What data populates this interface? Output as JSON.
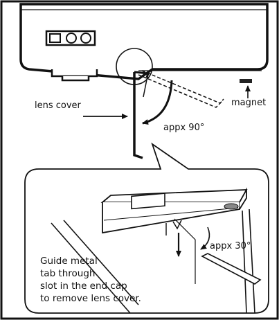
{
  "labels": {
    "magnet": "magnet",
    "lens_cover": "lens cover",
    "angle_90": "appx 90°",
    "angle_30": "appx 30°",
    "instruction_line1": "Guide metal",
    "instruction_line2": "tab through",
    "instruction_line3": "slot in the end cap",
    "instruction_line4": "to remove lens cover."
  },
  "colors": {
    "ink": "#111111",
    "paper": "#ffffff",
    "magnet": "#222222"
  }
}
